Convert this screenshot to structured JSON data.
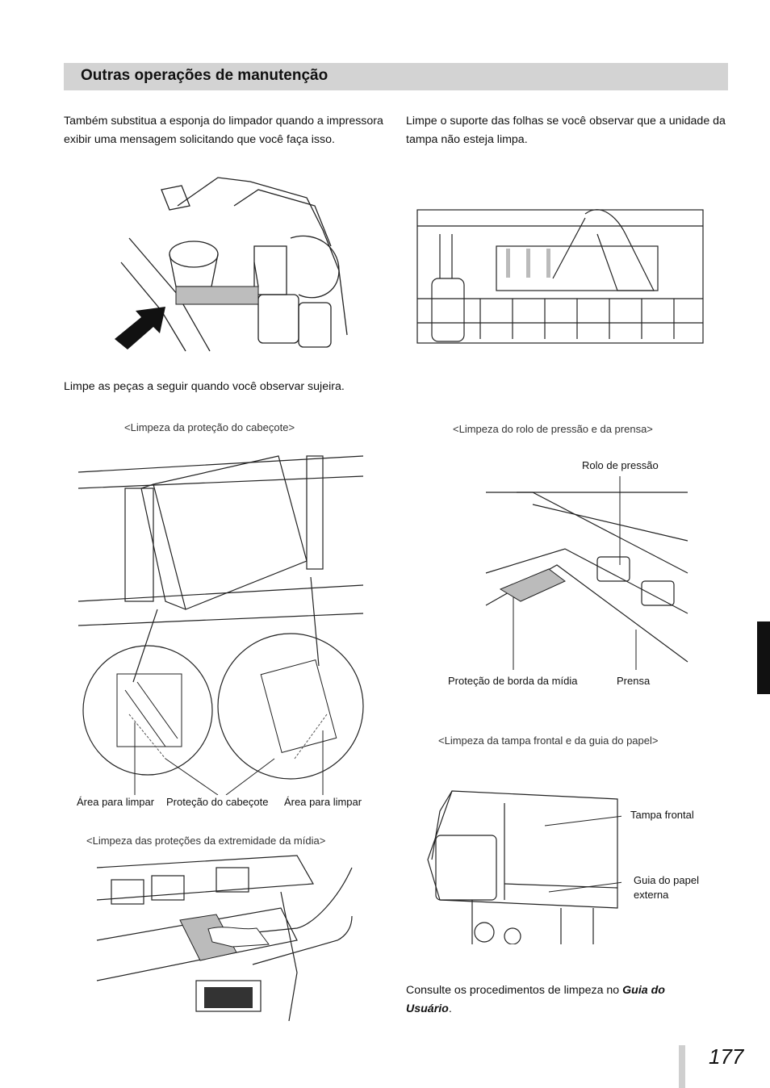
{
  "section": {
    "title": "Outras operações de manutenção"
  },
  "intro": {
    "left": "Também substitua a esponja do limpador quando a impressora exibir uma mensagem solicitando que você faça isso.",
    "right": "Limpe o suporte das folhas se você observar que a unidade da tampa não esteja limpa."
  },
  "parts_intro": "Limpe as peças a seguir quando você observar sujeira.",
  "figures": {
    "head_guard": {
      "caption": "<Limpeza da proteção do cabeçote>",
      "label_area_left": "Área para limpar",
      "label_guard": "Proteção do cabeçote",
      "label_area_right": "Área para limpar"
    },
    "media_edge": {
      "caption": "<Limpeza das proteções da extremidade da mídia>"
    },
    "pressure_roller": {
      "caption": "<Limpeza do rolo de pressão e da prensa>",
      "label_roller": "Rolo de pressão",
      "label_edge_guard": "Proteção de borda da mídia",
      "label_press": "Prensa"
    },
    "front_cover": {
      "caption": "<Limpeza da tampa frontal e da guia do papel>",
      "label_cover": "Tampa frontal",
      "label_guide_1": "Guia do papel",
      "label_guide_2": "externa"
    }
  },
  "footer_note": {
    "prefix": "Consulte os procedimentos de limpeza no ",
    "bold": "Guia do Usuário",
    "suffix": "."
  },
  "page_number": "177"
}
